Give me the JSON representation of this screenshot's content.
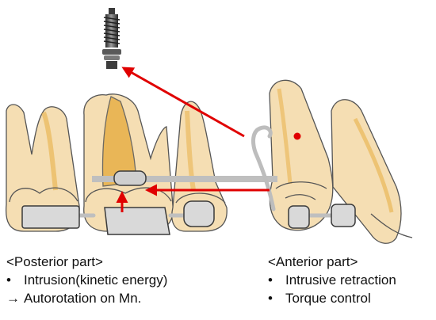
{
  "posterior": {
    "heading": "<Posterior part>",
    "items": [
      {
        "marker": "•",
        "text": "Intrusion(kinetic energy)"
      },
      {
        "marker": "→",
        "text": "Autorotation on Mn."
      }
    ]
  },
  "anterior": {
    "heading": "<Anterior part>",
    "items": [
      {
        "marker": "•",
        "text": "Intrusive retraction"
      },
      {
        "marker": "•",
        "text": "Torque control"
      }
    ]
  },
  "colors": {
    "tooth_fill": "#f5deb3",
    "tooth_shade": "#e8b048",
    "tooth_outline": "#555555",
    "bracket_fill": "#d9d9d9",
    "wire": "#bfbfbf",
    "arrow": "#e00000",
    "screw": "#4a4a4a"
  },
  "icons": [
    "mini-screw-icon",
    "force-arrow",
    "retraction-hook"
  ]
}
